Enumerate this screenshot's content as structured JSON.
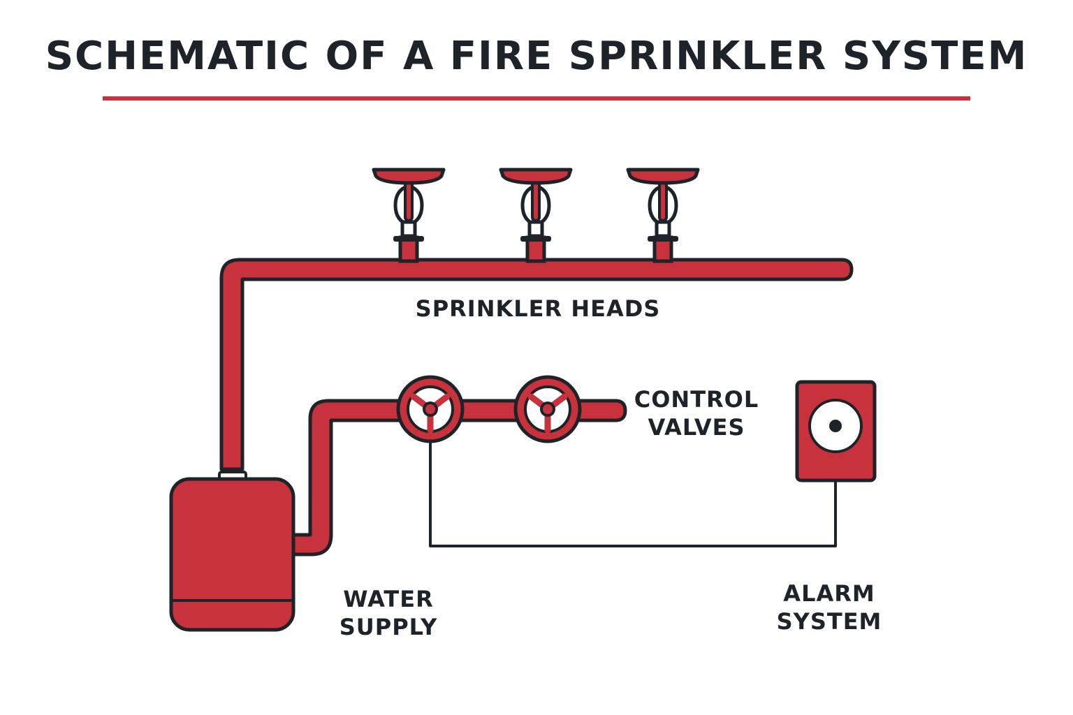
{
  "title": "SCHEMATIC OF A FIRE SPRINKLER SYSTEM",
  "labels": {
    "sprinkler_heads": "SPRINKLER HEADS",
    "control_valves_line1": "CONTROL",
    "control_valves_line2": "VALVES",
    "water_supply_line1": "WATER",
    "water_supply_line2": "SUPPLY",
    "alarm_system_line1": "ALARM",
    "alarm_system_line2": "SYSTEM"
  },
  "colors": {
    "accent_red": "#c8323c",
    "outline": "#1e2329",
    "text": "#1e2329",
    "background": "#ffffff"
  },
  "icons": [
    "sprinkler-head-icon",
    "control-valve-icon",
    "water-tank-icon",
    "alarm-bell-icon"
  ]
}
